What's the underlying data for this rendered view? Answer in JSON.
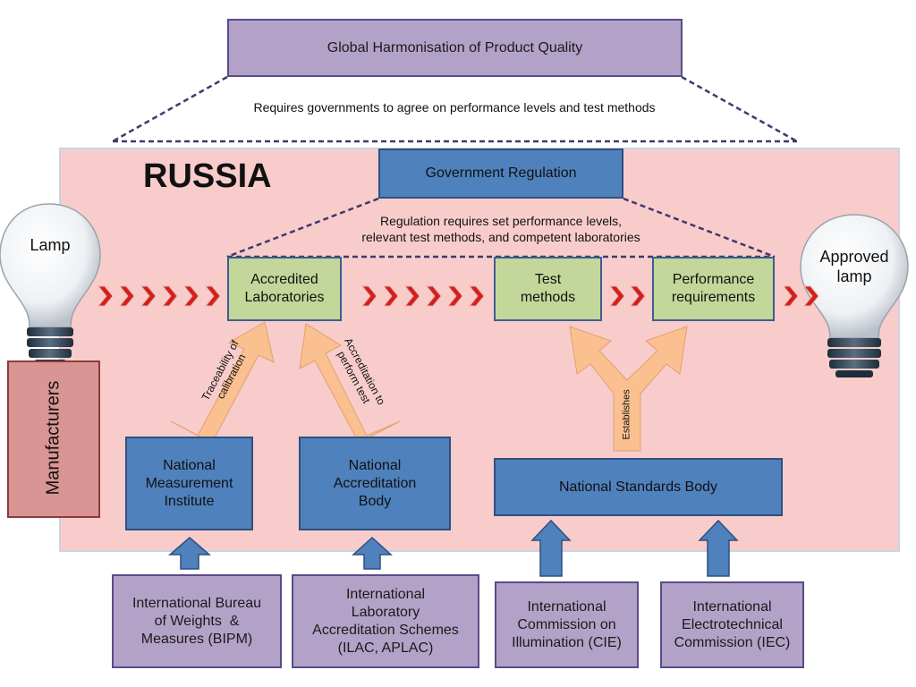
{
  "global": {
    "title": "Global Harmonisation of Product Quality",
    "subtitle": "Requires governments to agree on performance levels and test methods"
  },
  "country": "RUSSIA",
  "government": {
    "title": "Government Regulation",
    "note_line1": "Regulation requires set performance levels,",
    "note_line2": "relevant test methods, and competent laboratories"
  },
  "lamps": {
    "start": "Lamp",
    "end_line1": "Approved",
    "end_line2": "lamp"
  },
  "manufacturers": "Manufacturers",
  "stages": {
    "labs_line1": "Accredited",
    "labs_line2": "Laboratories",
    "test_line1": "Test",
    "test_line2": "methods",
    "perf_line1": "Performance",
    "perf_line2": "requirements"
  },
  "national": {
    "nmi_line1": "National",
    "nmi_line2": "Measurement",
    "nmi_line3": "Institute",
    "nab_line1": "National",
    "nab_line2": "Accreditation",
    "nab_line3": "Body",
    "nsb": "National Standards Body"
  },
  "arrow_labels": {
    "traceability_line1": "Traceability of",
    "traceability_line2": "calibration",
    "accreditation_line1": "Accreditation to",
    "accreditation_line2": "perform test",
    "establishes": "Establishes"
  },
  "international": {
    "bipm_line1": "International Bureau",
    "bipm_line2": "of Weights  &",
    "bipm_line3": "Measures (BIPM)",
    "ilac_line1": "International",
    "ilac_line2": "Laboratory",
    "ilac_line3": "Accreditation Schemes",
    "ilac_line4": "(ILAC, APLAC)",
    "cie_line1": "International",
    "cie_line2": "Commission on",
    "cie_line3": "Illumination (CIE)",
    "iec_line1": "International",
    "iec_line2": "Electrotechnical",
    "iec_line3": "Commission (IEC)"
  },
  "colors": {
    "purple_fill": "#b3a2c7",
    "blue_fill": "#4f81bd",
    "green_fill": "#c4d79b",
    "pink_region": "#f9cccc",
    "chevron_red": "#d21f1f",
    "arrow_peach": "#fac090"
  }
}
